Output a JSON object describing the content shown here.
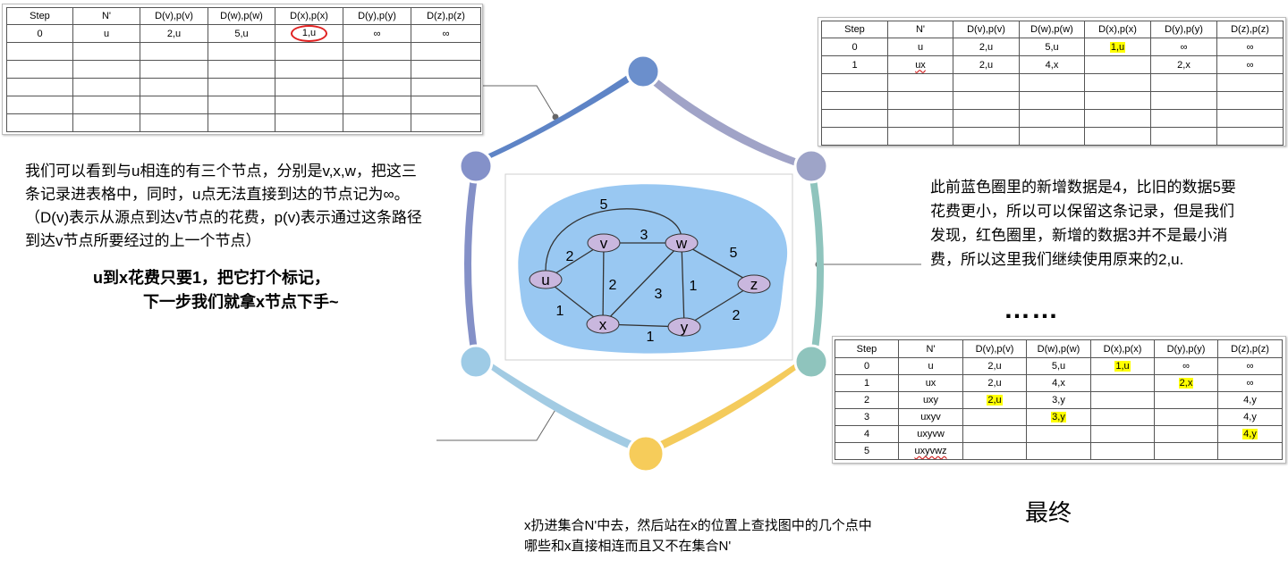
{
  "colors": {
    "node_top": "#6b8fcc",
    "node_upper_left": "#8491c9",
    "node_upper_right": "#9ea4c8",
    "node_lower_right": "#8fc4bd",
    "node_lower_left": "#9ecbe6",
    "node_bottom": "#f6cc5a",
    "highlight": "#ffff00",
    "red_circle": "#e02020",
    "graph_cloud": "#99c8f2"
  },
  "table_top_left": {
    "headers": [
      "Step",
      "N'",
      "D(v),p(v)",
      "D(w),p(w)",
      "D(x),p(x)",
      "D(y),p(y)",
      "D(z),p(z)"
    ],
    "rows": [
      [
        "0",
        "u",
        "2,u",
        "5,u",
        "1,u",
        "∞",
        "∞"
      ],
      [
        "",
        "",
        "",
        "",
        "",
        "",
        ""
      ],
      [
        "",
        "",
        "",
        "",
        "",
        "",
        ""
      ],
      [
        "",
        "",
        "",
        "",
        "",
        "",
        ""
      ],
      [
        "",
        "",
        "",
        "",
        "",
        "",
        ""
      ],
      [
        "",
        "",
        "",
        "",
        "",
        "",
        ""
      ]
    ]
  },
  "table_top_right": {
    "headers": [
      "Step",
      "N'",
      "D(v),p(v)",
      "D(w),p(w)",
      "D(x),p(x)",
      "D(y),p(y)",
      "D(z),p(z)"
    ],
    "rows": [
      [
        "0",
        "u",
        "2,u",
        "5,u",
        "1,u",
        "∞",
        "∞"
      ],
      [
        "1",
        "ux",
        "2,u",
        "4,x",
        "",
        "2,x",
        "∞"
      ],
      [
        "",
        "",
        "",
        "",
        "",
        "",
        ""
      ],
      [
        "",
        "",
        "",
        "",
        "",
        "",
        ""
      ],
      [
        "",
        "",
        "",
        "",
        "",
        "",
        ""
      ],
      [
        "",
        "",
        "",
        "",
        "",
        "",
        ""
      ]
    ]
  },
  "table_bottom_right": {
    "headers": [
      "Step",
      "N'",
      "D(v),p(v)",
      "D(w),p(w)",
      "D(x),p(x)",
      "D(y),p(y)",
      "D(z),p(z)"
    ],
    "rows": [
      [
        "0",
        "u",
        "2,u",
        "5,u",
        "1,u",
        "∞",
        "∞"
      ],
      [
        "1",
        "ux",
        "2,u",
        "4,x",
        "",
        "2,x",
        "∞"
      ],
      [
        "2",
        "uxy",
        "2,u",
        "3,y",
        "",
        "",
        "4,y"
      ],
      [
        "3",
        "uxyv",
        "",
        "3,y",
        "",
        "",
        "4,y"
      ],
      [
        "4",
        "uxyvw",
        "",
        "",
        "",
        "",
        "4,y"
      ],
      [
        "5",
        "uxyvwz",
        "",
        "",
        "",
        "",
        ""
      ]
    ]
  },
  "notes": {
    "left_text": "我们可以看到与u相连的有三个节点，分别是v,x,w，把这三条记录进表格中，同时，u点无法直接到达的节点记为∞。（D(v)表示从源点到达v节点的花费，p(v)表示通过这条路径到达v节点所要经过的上一个节点）",
    "left_bold_1": "u到x花费只要1，把它打个标记，",
    "left_bold_2": "下一步我们就拿x节点下手~",
    "right_text": "此前蓝色圈里的新增数据是4，比旧的数据5要花费更小，所以可以保留这条记录，但是我们发现，红色圈里，新增的数据3并不是最小消费，所以这里我们继续使用原来的2,u.",
    "ellipsis": "……",
    "bottom_text": "x扔进集合N'中去，然后站在x的位置上查找图中的几个点中哪些和x直接相连而且又不在集合N'",
    "final_label": "最终"
  },
  "graph": {
    "nodes": [
      "u",
      "v",
      "w",
      "x",
      "y",
      "z"
    ],
    "edges": [
      {
        "from": "u",
        "to": "v",
        "cost": "2"
      },
      {
        "from": "u",
        "to": "w",
        "cost": "5"
      },
      {
        "from": "u",
        "to": "x",
        "cost": "1"
      },
      {
        "from": "v",
        "to": "w",
        "cost": "3"
      },
      {
        "from": "v",
        "to": "x",
        "cost": "2"
      },
      {
        "from": "x",
        "to": "w",
        "cost": "3"
      },
      {
        "from": "x",
        "to": "y",
        "cost": "1"
      },
      {
        "from": "w",
        "to": "y",
        "cost": "1"
      },
      {
        "from": "w",
        "to": "z",
        "cost": "5"
      },
      {
        "from": "y",
        "to": "z",
        "cost": "2"
      }
    ]
  }
}
